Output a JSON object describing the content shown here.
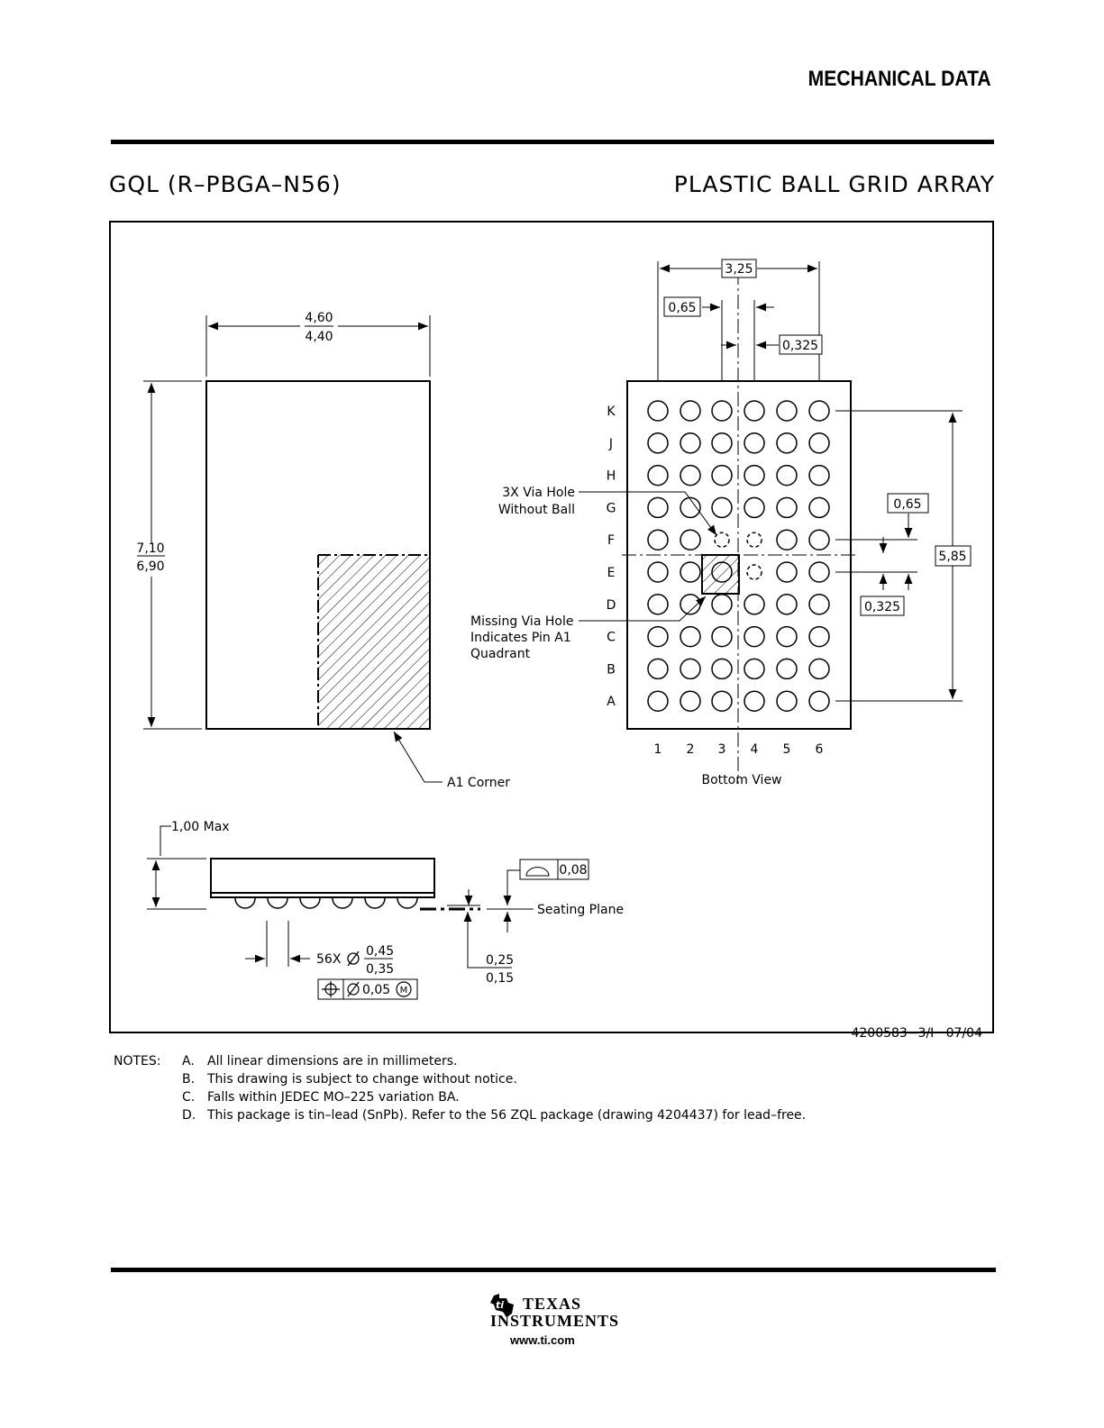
{
  "header": {
    "title": "MECHANICAL DATA"
  },
  "package": {
    "code": "GQL (R–PBGA–N56)",
    "type": "PLASTIC BALL GRID ARRAY"
  },
  "top_view": {
    "width_max": "4,60",
    "width_min": "4,40",
    "height_max": "7,10",
    "height_min": "6,90",
    "a1_corner_label": "A1 Corner"
  },
  "bottom_view": {
    "label": "Bottom View",
    "pitch_span": "3,25",
    "pitch_col": "0,65",
    "offset_col": "0,325",
    "pitch_row": "0,65",
    "offset_row": "0,325",
    "row_span": "5,85",
    "rows": [
      "K",
      "J",
      "H",
      "G",
      "F",
      "E",
      "D",
      "C",
      "B",
      "A"
    ],
    "columns": [
      "1",
      "2",
      "3",
      "4",
      "5",
      "6"
    ],
    "via_hole_label": [
      "3X Via Hole",
      "Without Ball"
    ],
    "missing_via_label": [
      "Missing Via Hole",
      "Indicates Pin A1",
      "Quadrant"
    ]
  },
  "side_view": {
    "height_max": "1,00 Max",
    "coplanarity": "0,08",
    "seating_plane": "Seating Plane",
    "ball_count": "56X",
    "ball_dia_max": "0,45",
    "ball_dia_min": "0,35",
    "ball_tolerance": "0,05",
    "ball_tolerance_modifier": "M",
    "standoff_max": "0,25",
    "standoff_min": "0,15"
  },
  "drawing_id": "4200583−3/I   07/04",
  "notes": {
    "label": "NOTES:",
    "items": [
      {
        "key": "A.",
        "text": "All linear dimensions are in millimeters."
      },
      {
        "key": "B.",
        "text": "This drawing is subject to change without notice."
      },
      {
        "key": "C.",
        "text": "Falls within JEDEC MO–225 variation BA."
      },
      {
        "key": "D.",
        "text": "This package is tin–lead (SnPb).  Refer to the 56 ZQL package (drawing 4204437) for lead–free."
      }
    ]
  },
  "footer": {
    "logo_line1": "TEXAS",
    "logo_line2": "INSTRUMENTS",
    "url": "www.ti.com"
  }
}
